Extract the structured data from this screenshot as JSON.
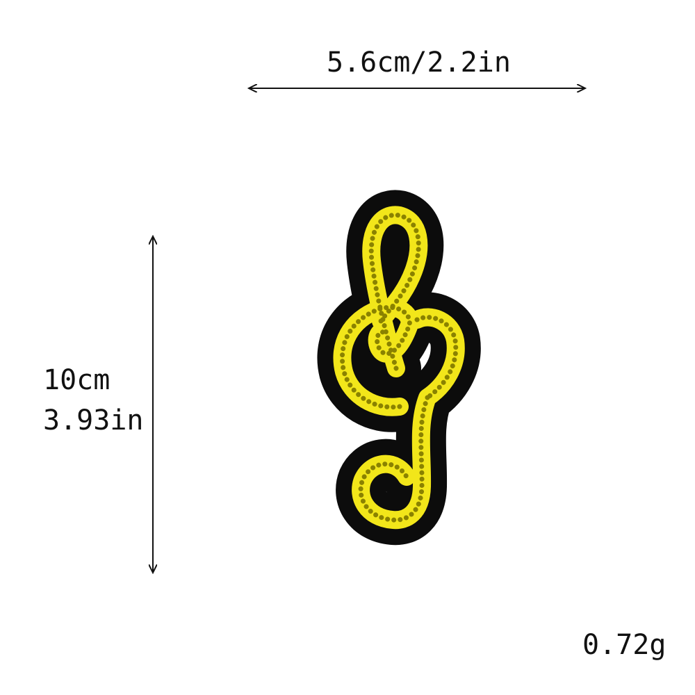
{
  "dimensions": {
    "width_label": "5.6cm/2.2in",
    "height_cm": "10cm",
    "height_in": "3.93in",
    "weight": "0.72g"
  },
  "product": {
    "icon": "treble-clef-icon",
    "colors": {
      "backing": "#0c0c0c",
      "sequin": "#f2e61a",
      "sequin_outline": "#8a8200"
    }
  }
}
